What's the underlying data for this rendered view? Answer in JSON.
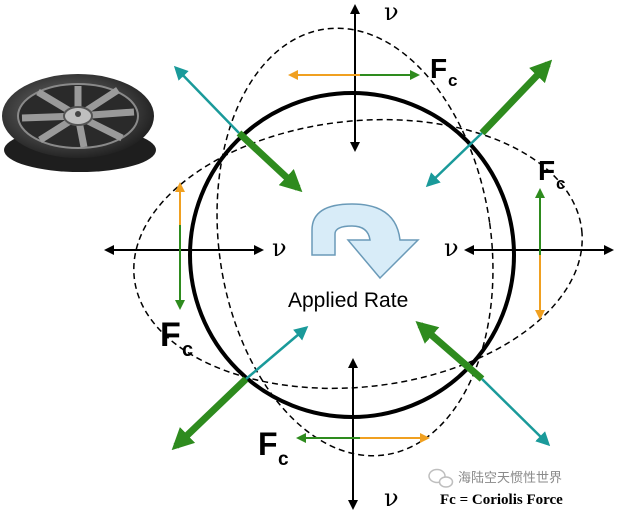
{
  "labels": {
    "velocity": "ν",
    "coriolis_main": "F",
    "coriolis_sub": "c",
    "applied_rate": "Applied Rate",
    "legend": "Fc = Coriolis Force",
    "watermark": "海陆空天惯性世界"
  },
  "icons": {
    "ring_photo": "mems-ring-gyroscope-photo",
    "rotation_arrow": "curved-rotation-arrow",
    "watermark_logo": "wechat-logo-icon"
  },
  "colors": {
    "ring": "#000000",
    "velocity_arrow": "#000000",
    "coriolis_orange": "#f0a020",
    "coriolis_green": "#2e8b1e",
    "teal_arrow": "#1a9a9a",
    "rotation_fill": "#d8ecf8",
    "rotation_stroke": "#6a9ab8"
  }
}
